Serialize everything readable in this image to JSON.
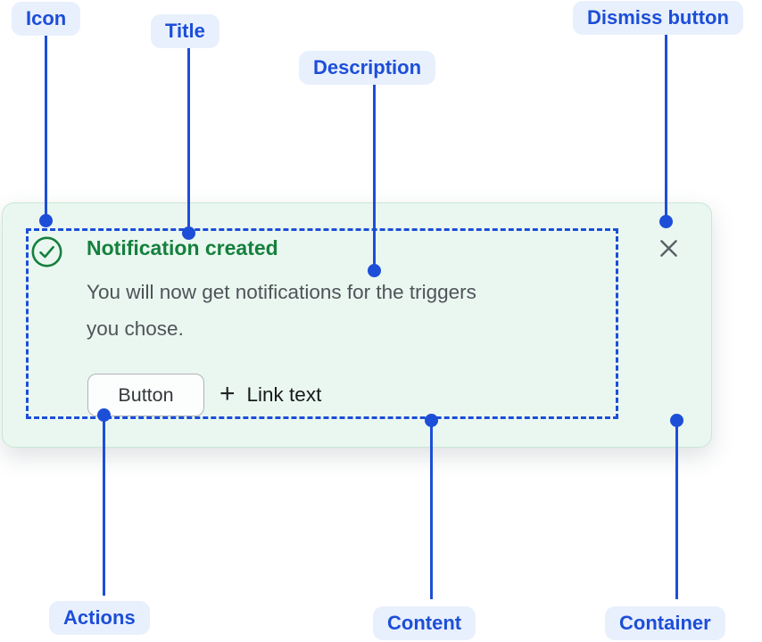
{
  "annotations": {
    "top_labels": [
      {
        "id": "icon",
        "label": "Icon"
      },
      {
        "id": "title",
        "label": "Title"
      },
      {
        "id": "description",
        "label": "Description"
      },
      {
        "id": "dismiss",
        "label": "Dismiss button"
      }
    ],
    "bottom_labels": [
      {
        "id": "actions",
        "label": "Actions"
      },
      {
        "id": "content",
        "label": "Content"
      },
      {
        "id": "container",
        "label": "Container"
      }
    ]
  },
  "flag": {
    "title": "Notification created",
    "description_lines": [
      "You will now get notifications for the triggers",
      "you chose."
    ],
    "actions": {
      "button_label": "Button",
      "link_prefix_glyph": "+",
      "link_label": "Link text"
    },
    "icons": {
      "status": "check-circle",
      "dismiss": "cross",
      "link_prefix": "plus"
    }
  },
  "colors": {
    "annotation_blue": "#1C4ED8",
    "annotation_pill_bg": "#E8F0FD",
    "card_bg": "#EAF7F0",
    "card_border": "#C9E6D6",
    "success_green": "#15803D",
    "description_gray": "#4F5358",
    "dismiss_gray": "#5B6065",
    "button_border": "#AEB3B9",
    "button_bg": "#FCFDFD",
    "button_text": "#34383D",
    "link_text": "#17191C"
  }
}
